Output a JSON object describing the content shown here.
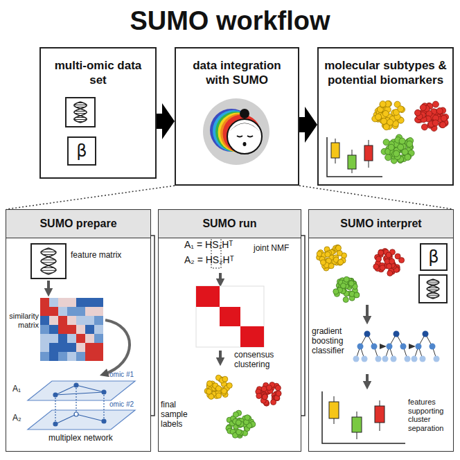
{
  "diagram": {
    "title": "SUMO workflow",
    "nodes": [
      {
        "text": [
          "multi-omic data set"
        ]
      },
      {
        "text": [
          "β"
        ],
        "in": 0
      },
      {
        "text": [
          "data integration with SUMO"
        ]
      },
      {
        "text": [
          "molecular subtypes & potential biomarkers"
        ]
      },
      {
        "text": [
          "SUMO prepare"
        ]
      },
      {
        "text": [
          "SUMO run"
        ]
      },
      {
        "text": [
          "SUMO interpret"
        ]
      },
      {
        "text": [
          "β"
        ],
        "in": 6
      }
    ],
    "edges": [
      {
        "from": 0,
        "to": 2,
        "arrow": "to"
      },
      {
        "from": 2,
        "to": 3,
        "arrow": "to"
      }
    ],
    "labels": [
      "feature matrix",
      "similarity matrix",
      "multiplex network",
      "omic #1",
      "omic #2",
      "A₁",
      "A₂",
      "A₁ = HS₁Hᵀ",
      "A₂ = HS₂Hᵀ",
      "joint NMF",
      "consensus clustering",
      "final sample labels",
      "gradient boosting classifier",
      "features supporting cluster separation"
    ]
  }
}
